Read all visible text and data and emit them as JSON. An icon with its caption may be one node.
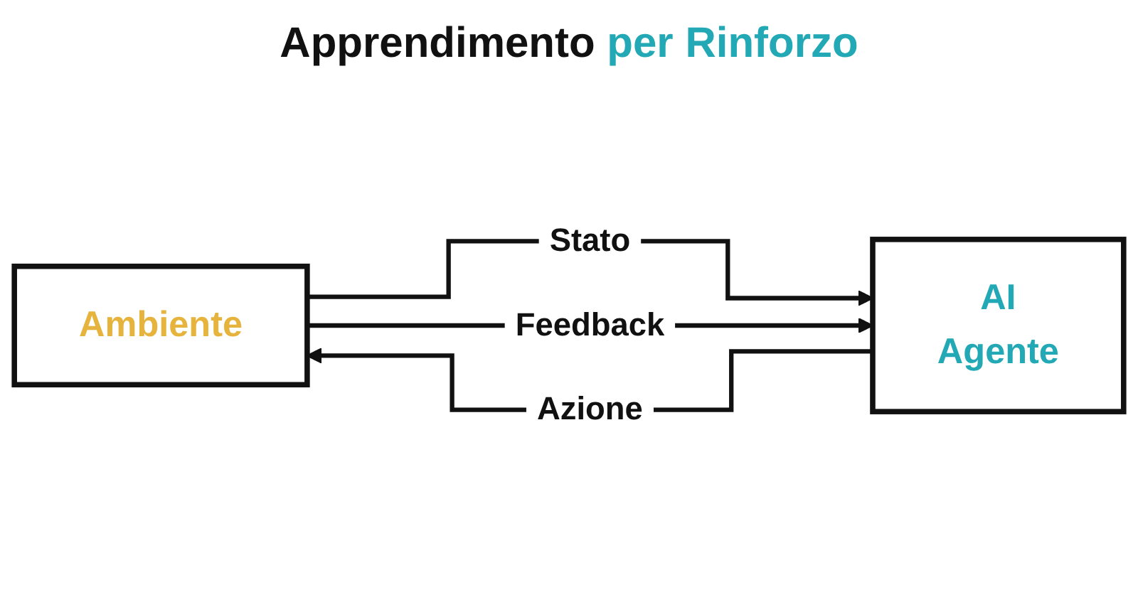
{
  "diagram": {
    "title": "Apprendimento per Rinforzo",
    "nodes": [
      {
        "text": [
          "Ambiente"
        ]
      },
      {
        "text": [
          "AI",
          "Agente"
        ]
      }
    ],
    "edges": [
      {
        "from": 0,
        "to": 1,
        "label": "Stato",
        "arrow": "to"
      },
      {
        "from": 0,
        "to": 1,
        "label": "Feedback",
        "arrow": "to"
      },
      {
        "from": 1,
        "to": 0,
        "label": "Azione",
        "arrow": "to"
      }
    ]
  }
}
